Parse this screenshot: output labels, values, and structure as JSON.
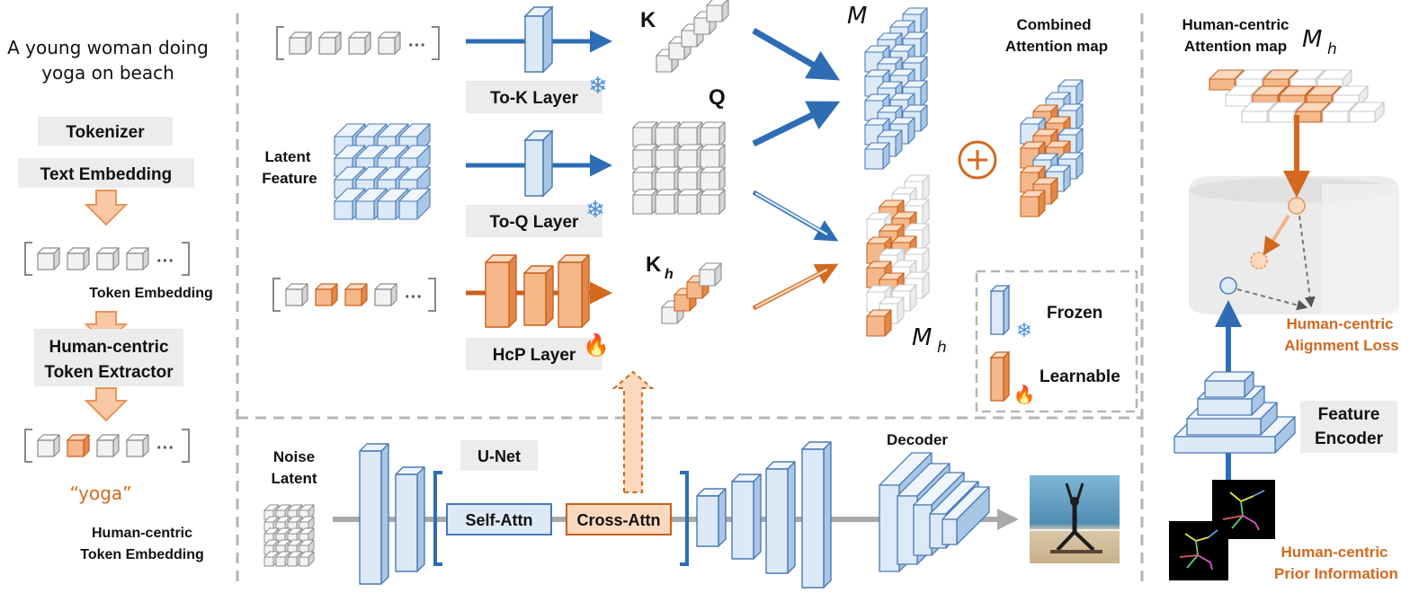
{
  "left": {
    "prompt_line1": "A young woman doing",
    "prompt_line2": "yoga on beach",
    "tokenizer": "Tokenizer",
    "text_embedding": "Text Embedding",
    "token_embedding": "Token Embedding",
    "extractor_line1": "Human-centric",
    "extractor_line2": "Token Extractor",
    "yoga_word": "“yoga”",
    "hc_token_line1": "Human-centric",
    "hc_token_line2": "Token Embedding"
  },
  "attention": {
    "k_label": "K",
    "q_label": "Q",
    "kh_label": "K",
    "kh_sub": "h",
    "to_k": "To-K Layer",
    "to_q": "To-Q Layer",
    "hcp": "HcP Layer",
    "latent_line1": "Latent",
    "latent_line2": "Feature",
    "m_label": "M",
    "mh_label": "M",
    "mh_sub": "h",
    "combined_line1": "Combined",
    "combined_line2": "Attention map"
  },
  "legend": {
    "frozen": "Frozen",
    "learnable": "Learnable"
  },
  "unet": {
    "noise_line1": "Noise",
    "noise_line2": "Latent",
    "unet_label": "U-Net",
    "self_attn": "Self-Attn",
    "cross_attn": "Cross-Attn",
    "decoder": "Decoder"
  },
  "right": {
    "hc_attn_line1": "Human-centric",
    "hc_attn_line2": "Attention map",
    "mh_label": "M",
    "mh_sub": "h",
    "loss_line1": "Human-centric",
    "loss_line2": "Alignment Loss",
    "encoder_line1": "Feature",
    "encoder_line2": "Encoder",
    "prior_line1": "Human-centric",
    "prior_line2": "Prior Information"
  },
  "colors": {
    "frozen_fill": "#dce9f7",
    "frozen_stroke": "#4a7ab5",
    "learnable_fill": "#f5b88a",
    "learnable_stroke": "#c8601e",
    "blue_arrow": "#2e6db4",
    "orange_arrow": "#d2691e",
    "gray_box": "#ececec",
    "dashed": "#b5b5b5"
  }
}
